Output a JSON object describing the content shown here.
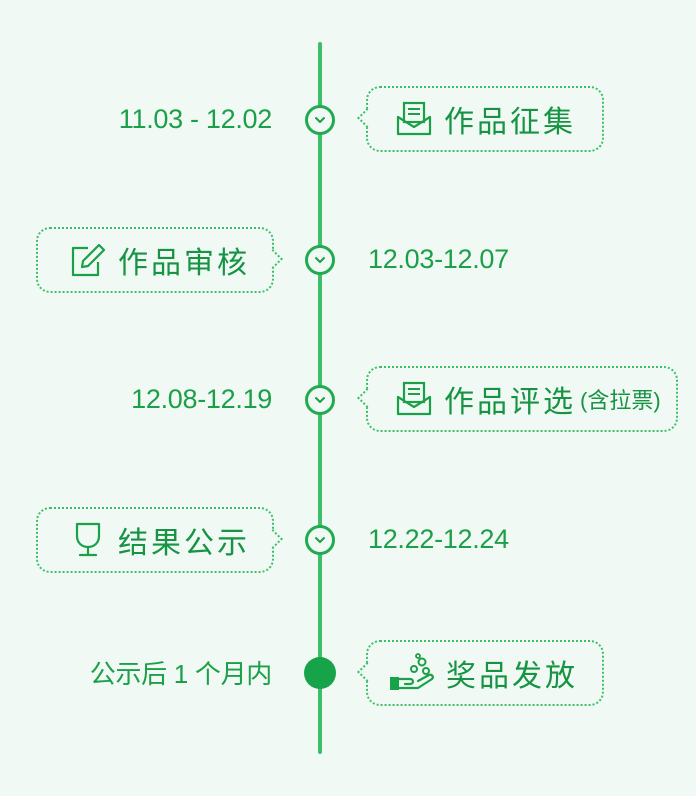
{
  "timeline": [
    {
      "date": "11.03 - 12.02",
      "label": "作品征集",
      "sub": "",
      "icon": "envelope-document-icon"
    },
    {
      "date": "12.03-12.07",
      "label": "作品审核",
      "sub": "",
      "icon": "edit-icon"
    },
    {
      "date": "12.08-12.19",
      "label": "作品评选",
      "sub": "(含拉票)",
      "icon": "envelope-document-icon"
    },
    {
      "date": "12.22-12.24",
      "label": "结果公示",
      "sub": "",
      "icon": "trophy-icon"
    },
    {
      "date": "公示后 1 个月内",
      "label": "奖品发放",
      "sub": "",
      "icon": "hand-coins-icon"
    }
  ],
  "colors": {
    "accent": "#17a349",
    "background": "#f0f9f3",
    "line": "#3dbf6a"
  }
}
